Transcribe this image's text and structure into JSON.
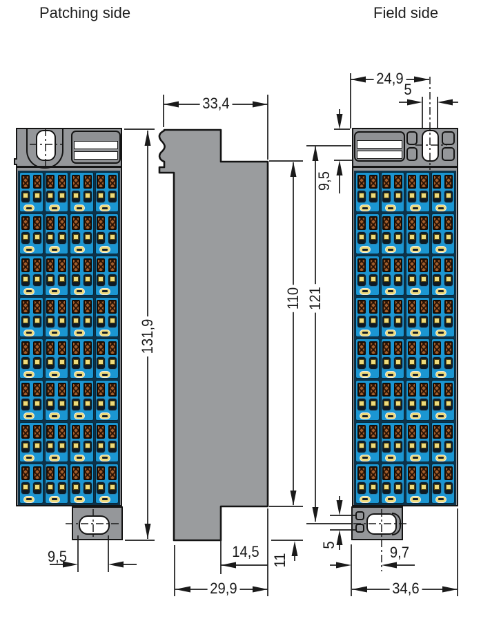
{
  "titles": {
    "left": "Patching side",
    "right": "Field side"
  },
  "dims": {
    "profile_width": "33,4",
    "hole_offset_top": "24,9",
    "hole_width_top": "5",
    "header_height": "9,5",
    "body_height": "110",
    "hole_pitch": "121",
    "block_height": "131,9",
    "foot_slot_width": "9,5",
    "foot_depth": "14,5",
    "foot_height": "11",
    "profile_depth": "29,9",
    "foot_slot_spacing": "5",
    "foot_hole_offset": "9,7",
    "block_width": "34,6"
  },
  "blocks": {
    "left": {
      "label": "Patching side",
      "grid": {
        "rows": 8,
        "cols": 4
      }
    },
    "right": {
      "label": "Field side",
      "grid": {
        "rows": 8,
        "cols": 4
      }
    }
  },
  "colors": {
    "module_blue": "#1b96d2",
    "module_border_navy": "#0e334a",
    "contact_brown": "#a35f2d",
    "pad_yellow": "#eedb7c",
    "body_gray": "#95979a",
    "profile_gray": "#9a9c9e",
    "line_black": "#1a1a1a"
  }
}
